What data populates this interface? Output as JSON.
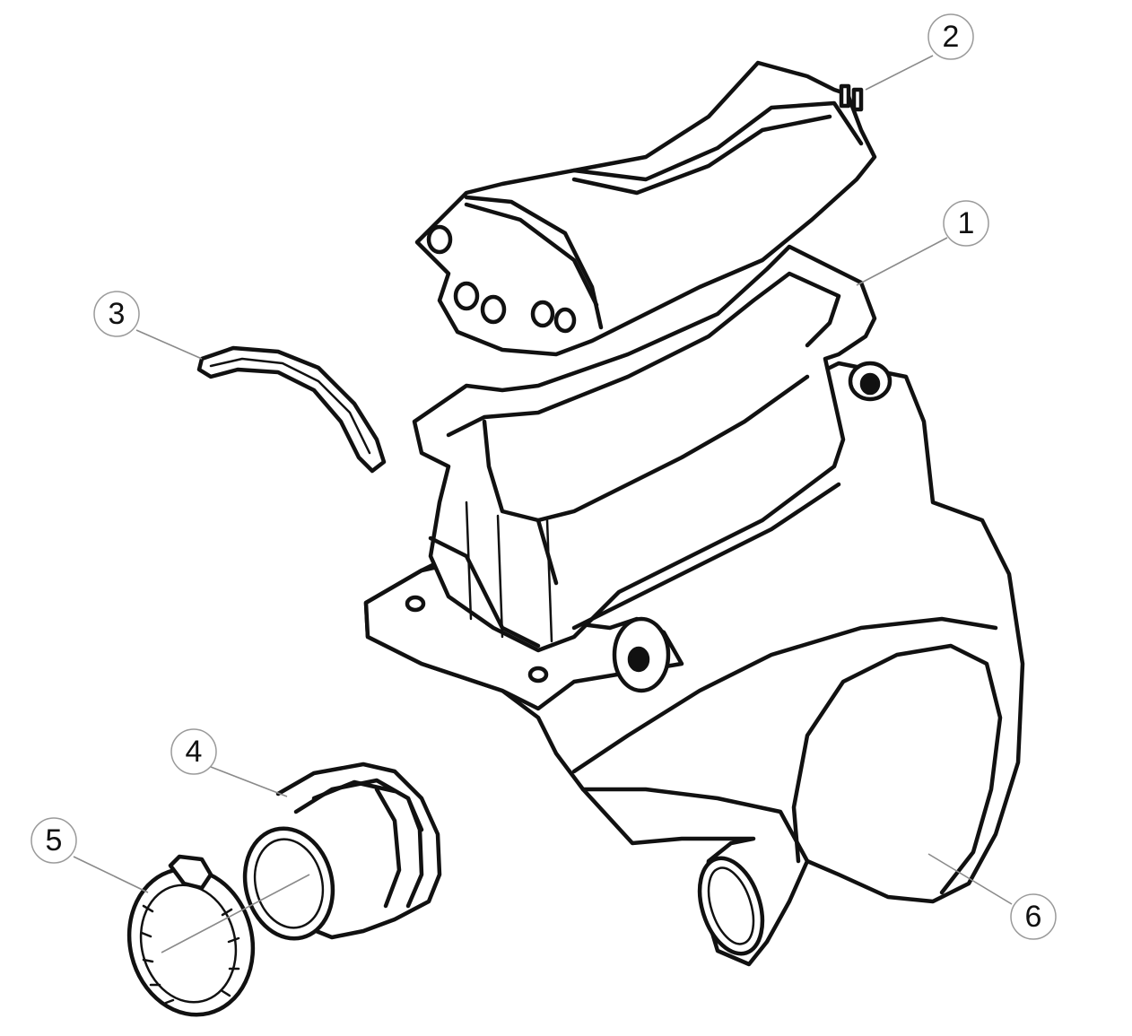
{
  "diagram": {
    "callouts": [
      {
        "id": "1",
        "label": "1"
      },
      {
        "id": "2",
        "label": "2"
      },
      {
        "id": "3",
        "label": "3"
      },
      {
        "id": "4",
        "label": "4"
      },
      {
        "id": "5",
        "label": "5"
      },
      {
        "id": "6",
        "label": "6"
      }
    ],
    "colors": {
      "line": "#111111",
      "leader": "#8a8a8a",
      "background": "#ffffff"
    }
  }
}
